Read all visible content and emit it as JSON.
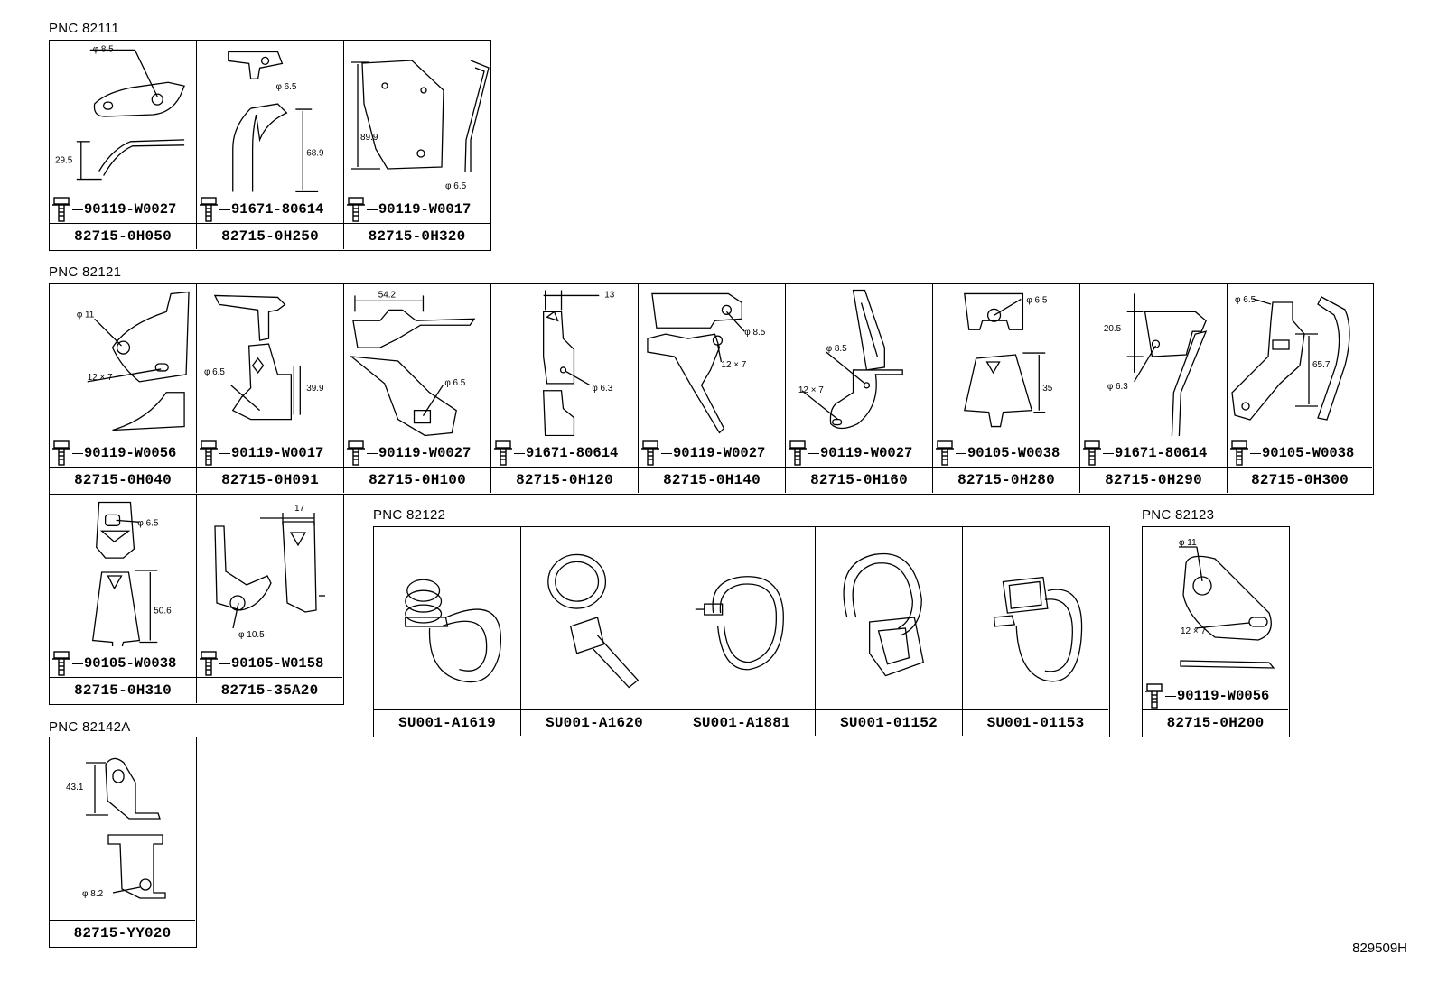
{
  "groups": [
    {
      "label": "PNC 82111"
    },
    {
      "label": "PNC 82121"
    },
    {
      "label": "PNC 82122"
    },
    {
      "label": "PNC 82123"
    },
    {
      "label": "PNC 82142A"
    }
  ],
  "cells": [
    {
      "part": "82715-0H050",
      "fastener": "90119-W0027",
      "dims": [
        "φ 8.5",
        "29.5"
      ]
    },
    {
      "part": "82715-0H250",
      "fastener": "91671-80614",
      "dims": [
        "φ 6.5",
        "68.9"
      ]
    },
    {
      "part": "82715-0H320",
      "fastener": "90119-W0017",
      "dims": [
        "89.9",
        "φ 6.5"
      ]
    },
    {
      "part": "82715-0H040",
      "fastener": "90119-W0056",
      "dims": [
        "φ 11",
        "12 × 7"
      ]
    },
    {
      "part": "82715-0H091",
      "fastener": "90119-W0017",
      "dims": [
        "φ 6.5",
        "39.9"
      ]
    },
    {
      "part": "82715-0H100",
      "fastener": "90119-W0027",
      "dims": [
        "54.2",
        "φ 6.5"
      ]
    },
    {
      "part": "82715-0H120",
      "fastener": "91671-80614",
      "dims": [
        "13",
        "φ 6.3"
      ]
    },
    {
      "part": "82715-0H140",
      "fastener": "90119-W0027",
      "dims": [
        "φ 8.5",
        "12 × 7"
      ]
    },
    {
      "part": "82715-0H160",
      "fastener": "90119-W0027",
      "dims": [
        "φ 8.5",
        "12 × 7"
      ]
    },
    {
      "part": "82715-0H280",
      "fastener": "90105-W0038",
      "dims": [
        "φ 6.5",
        "35"
      ]
    },
    {
      "part": "82715-0H290",
      "fastener": "91671-80614",
      "dims": [
        "20.5",
        "φ 6.3"
      ]
    },
    {
      "part": "82715-0H300",
      "fastener": "90105-W0038",
      "dims": [
        "φ 6.5",
        "65.7"
      ]
    },
    {
      "part": "82715-0H310",
      "fastener": "90105-W0038",
      "dims": [
        "φ 6.5",
        "50.6"
      ]
    },
    {
      "part": "82715-35A20",
      "fastener": "90105-W0158",
      "dims": [
        "17",
        "φ 10.5"
      ]
    },
    {
      "part": "SU001-A1619"
    },
    {
      "part": "SU001-A1620"
    },
    {
      "part": "SU001-A1881"
    },
    {
      "part": "SU001-01152"
    },
    {
      "part": "SU001-01153"
    },
    {
      "part": "82715-0H200",
      "fastener": "90119-W0056",
      "dims": [
        "φ 11",
        "12 × 7"
      ]
    },
    {
      "part": "82715-YY020",
      "dims": [
        "43.1",
        "φ 8.2"
      ]
    }
  ],
  "diagram_id": "829509H",
  "icons": {
    "fastener": "flange-bolt-icon"
  }
}
